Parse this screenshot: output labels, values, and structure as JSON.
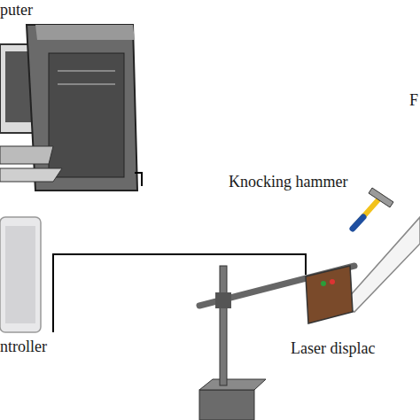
{
  "diagram": {
    "labels": [
      "puter",
      "Knocking hammer",
      "F",
      "ntroller",
      "Laser displac"
    ]
  }
}
